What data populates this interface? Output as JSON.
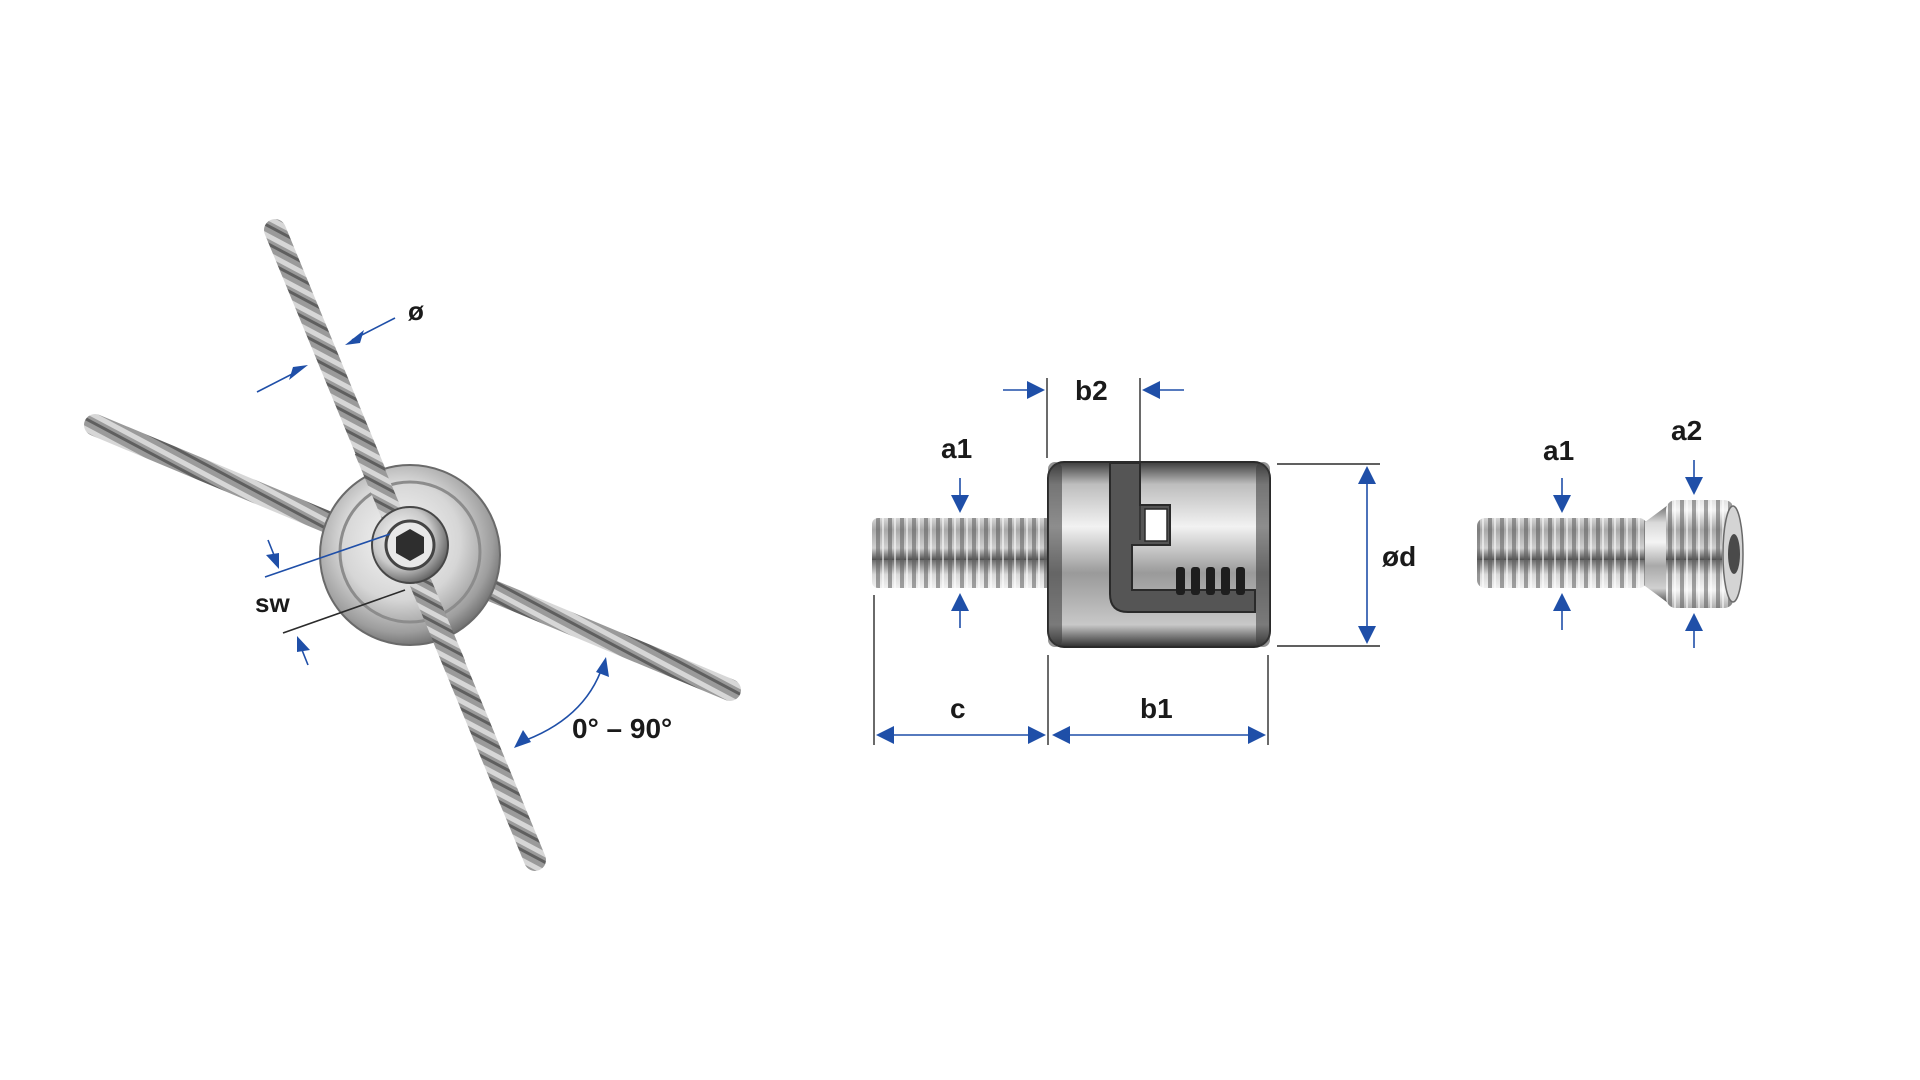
{
  "labels": {
    "cable_diameter": "ø",
    "wrench_size": "sw",
    "angle_range": "0° – 90°",
    "slot_width": "b2",
    "thread_a1": "a1",
    "thread_a1_screw": "a1",
    "thread_a2": "a2",
    "body_diameter": "ød",
    "thread_length": "c",
    "body_length": "b1"
  },
  "colors": {
    "dimension": "#1f4fa8",
    "line": "#2b2b2b",
    "steel_light": "#e6e6e6",
    "steel_mid": "#b5b5b5",
    "steel_dark": "#5e5e5e",
    "cable": "#8a8a8a"
  },
  "icons": {
    "arrow": "arrowhead-icon"
  }
}
